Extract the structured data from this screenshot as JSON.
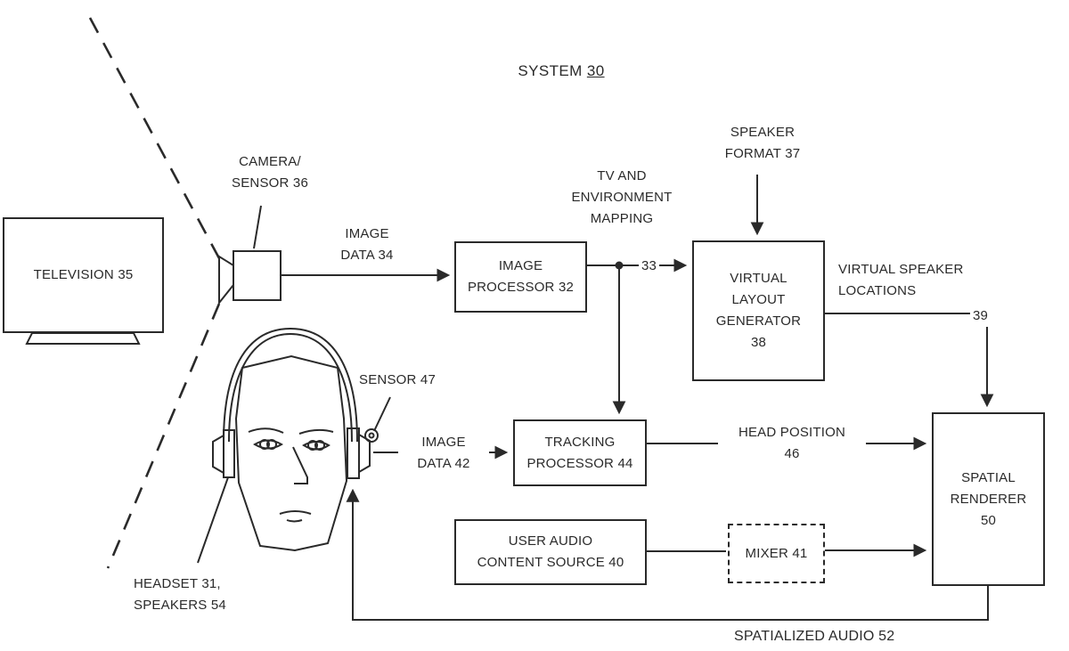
{
  "figure": {
    "title": {
      "label": "SYSTEM",
      "ref": "30"
    },
    "colors": {
      "ink": "#2a2a2a",
      "background": "#ffffff"
    },
    "boxes": {
      "television": "TELEVISION 35",
      "image_processor": "IMAGE\nPROCESSOR 32",
      "virtual_layout_generator": "VIRTUAL\nLAYOUT\nGENERATOR\n38",
      "tracking_processor": "TRACKING\nPROCESSOR 44",
      "user_audio_content_source": "USER AUDIO\nCONTENT SOURCE 40",
      "mixer": "MIXER 41",
      "spatial_renderer": "SPATIAL\nRENDERER\n50"
    },
    "labels": {
      "camera_sensor": "CAMERA/\nSENSOR 36",
      "image_data_34": "IMAGE\nDATA 34",
      "tv_environment_mapping": "TV AND\nENVIRONMENT\nMAPPING",
      "speaker_format": "SPEAKER\nFORMAT 37",
      "virtual_speaker_locations": "VIRTUAL SPEAKER\nLOCATIONS",
      "ref_33": "33",
      "ref_39": "39",
      "sensor_47": "SENSOR 47",
      "image_data_42": "IMAGE\nDATA 42",
      "head_position": "HEAD POSITION\n46",
      "headset_speakers": "HEADSET 31,\nSPEAKERS 54",
      "spatialized_audio": "SPATIALIZED AUDIO 52"
    }
  }
}
